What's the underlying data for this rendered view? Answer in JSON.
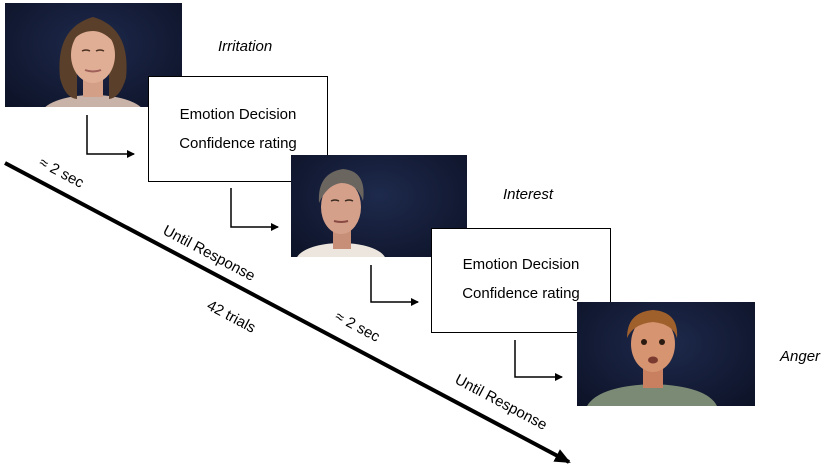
{
  "trials": [
    {
      "emotion": "Irritation",
      "decision_box": {
        "line1": "Emotion Decision",
        "line2": "Confidence rating"
      }
    },
    {
      "emotion": "Interest",
      "decision_box": {
        "line1": "Emotion Decision",
        "line2": "Confidence rating"
      }
    },
    {
      "emotion": "Anger"
    }
  ],
  "timeline": {
    "stimulus_duration_1": "≈ 2 sec",
    "response_1": "Until Response",
    "trial_count": "42 trials",
    "stimulus_duration_2": "≈ 2 sec",
    "response_2": "Until Response"
  },
  "colors": {
    "photo_background": "#141c37",
    "line": "#000000",
    "box_border": "#000000"
  }
}
